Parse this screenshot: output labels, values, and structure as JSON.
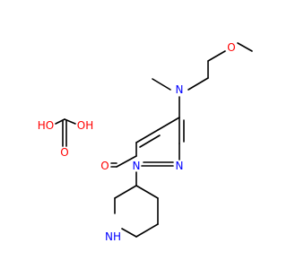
{
  "molecule": {
    "atoms": {
      "carbonic_oh_left": "HO",
      "carbonic_oh_right": "OH",
      "carbonic_o_double": "O",
      "ether_o": "O",
      "amine_n": "N",
      "ring_n1": "N",
      "ring_n2": "N",
      "ketone_o": "O",
      "piperidine_nh": "NH"
    }
  },
  "colors": {
    "oxygen": "#ff0000",
    "nitrogen": "#0000ff",
    "carbon": "#000000",
    "background": "#ffffff"
  }
}
